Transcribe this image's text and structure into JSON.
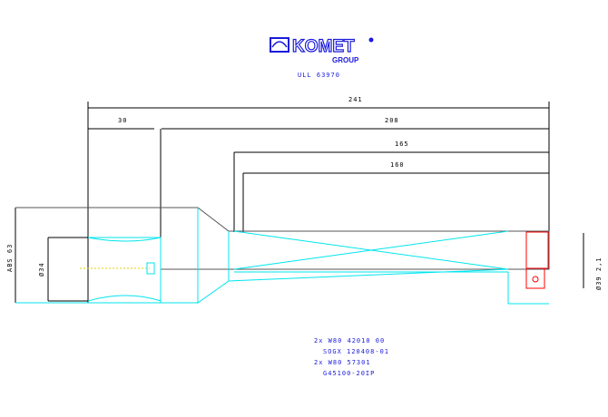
{
  "logo": {
    "brand": "KOMET",
    "sub": "GROUP"
  },
  "part_number": "ULL 63970",
  "dimensions": {
    "overall": "241",
    "shank": "30",
    "body": "208",
    "length_165": "165",
    "length_160": "160",
    "abs": "ABS 63",
    "shank_dia": "Ø34",
    "cut_dia": "Ø39 2,1"
  },
  "notes": [
    "2x W80 42010 00",
    "SOGX 120408-01",
    "2x W80 57301",
    "G45100-20IP"
  ],
  "colors": {
    "text": "#1a1adc",
    "outline": "#555555",
    "body": "#00e5ee",
    "insert": "#ff0000"
  }
}
